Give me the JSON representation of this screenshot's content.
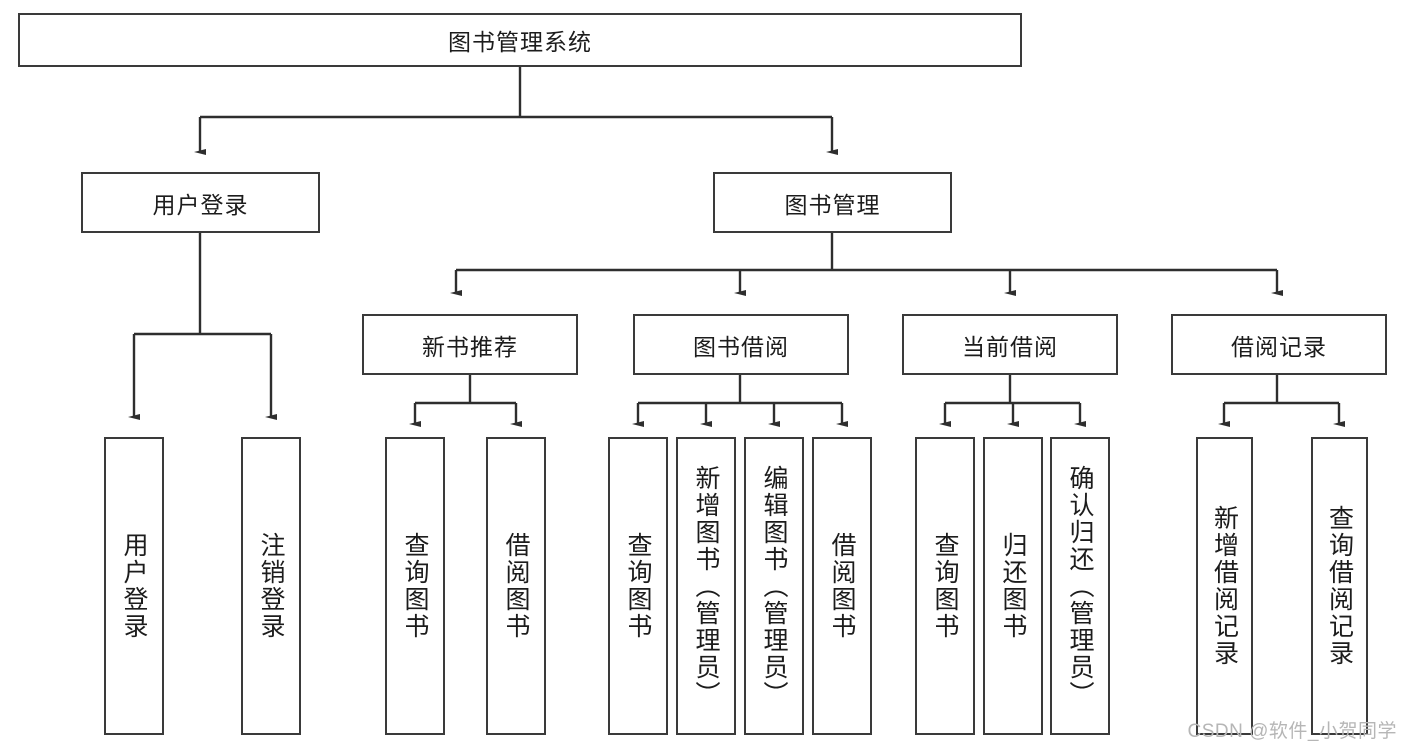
{
  "diagram": {
    "title": "图书管理系统",
    "type": "tree-hierarchy-diagram",
    "root": {
      "id": "root",
      "label": "图书管理系统"
    },
    "level2": [
      {
        "id": "user-login",
        "label": "用户登录"
      },
      {
        "id": "book-manage",
        "label": "图书管理"
      }
    ],
    "level3": [
      {
        "id": "new-book-recommend",
        "label": "新书推荐"
      },
      {
        "id": "book-borrow",
        "label": "图书借阅"
      },
      {
        "id": "current-borrow",
        "label": "当前借阅"
      },
      {
        "id": "borrow-record",
        "label": "借阅记录"
      }
    ],
    "leaves": {
      "user_login": [
        {
          "id": "leaf-user-login",
          "label": "用户登录"
        },
        {
          "id": "leaf-user-logout",
          "label": "注销登录"
        }
      ],
      "new_book_recommend": [
        {
          "id": "leaf-query-book-1",
          "label": "查询图书"
        },
        {
          "id": "leaf-borrow-book-1",
          "label": "借阅图书"
        }
      ],
      "book_borrow": [
        {
          "id": "leaf-query-book-2",
          "label": "查询图书"
        },
        {
          "id": "leaf-add-book",
          "label": "新增图书（管理员）"
        },
        {
          "id": "leaf-edit-book",
          "label": "编辑图书（管理员）"
        },
        {
          "id": "leaf-borrow-book-2",
          "label": "借阅图书"
        }
      ],
      "current_borrow": [
        {
          "id": "leaf-query-book-3",
          "label": "查询图书"
        },
        {
          "id": "leaf-return-book",
          "label": "归还图书"
        },
        {
          "id": "leaf-confirm-return",
          "label": "确认归还（管理员）"
        }
      ],
      "borrow_record": [
        {
          "id": "leaf-add-record",
          "label": "新增借阅记录"
        },
        {
          "id": "leaf-query-record",
          "label": "查询借阅记录"
        }
      ]
    },
    "colors": {
      "stroke": "#3a3a3a",
      "fill": "#ffffff",
      "text": "#1c1c1c",
      "watermark": "#b6b6b6"
    }
  },
  "watermark": {
    "text": "CSDN @软件_小贺同学"
  }
}
